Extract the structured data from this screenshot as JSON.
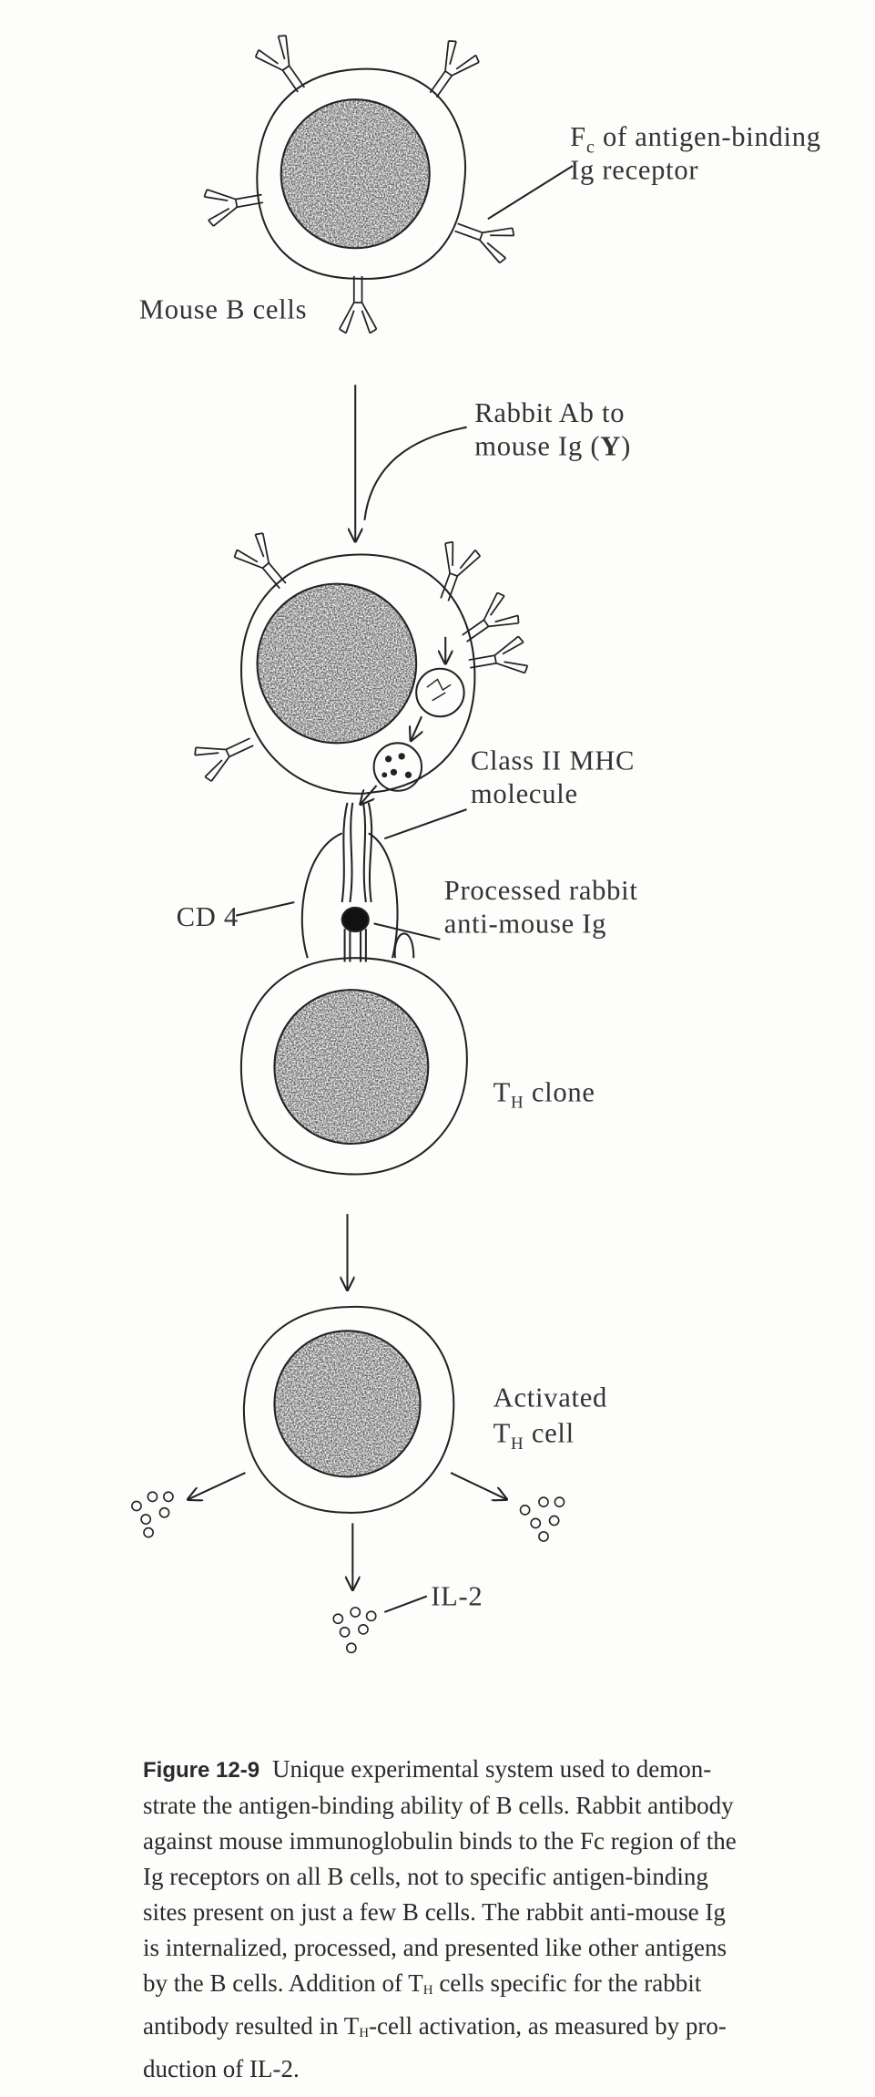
{
  "labels": {
    "mouse_b_cells": "Mouse B cells",
    "fc_line1_main": "F",
    "fc_line1_sub": "c",
    "fc_line1_rest": " of antigen-binding",
    "fc_line2": "Ig receptor",
    "rabbit_line1": "Rabbit Ab to",
    "rabbit_line2": "mouse Ig (",
    "rabbit_symbol": "Y",
    "rabbit_line2_end": ")",
    "class2_line1": "Class II MHC",
    "class2_line2": "molecule",
    "cd4": "CD 4",
    "processed_line1": "Processed rabbit",
    "processed_line2": "anti-mouse Ig",
    "th_clone_main": "T",
    "th_clone_sub": "H",
    "th_clone_rest": " clone",
    "activated_line1": "Activated",
    "activated_main": "T",
    "activated_sub": "H",
    "activated_rest": " cell",
    "il2": "IL-2"
  },
  "caption": {
    "figure_label": "Figure 12-9",
    "l0": "Unique experimental system used to demon-",
    "l1": "strate the antigen-binding ability of B cells. Rabbit antibody",
    "l2": "against mouse immunoglobulin binds to the Fc region of the",
    "l3": "Ig receptors on all B cells, not to specific antigen-binding",
    "l4": "sites present on just a few B cells. The rabbit anti-mouse Ig",
    "l5": "is internalized, processed, and presented like other antigens",
    "l6a": "by the B cells. Addition of T",
    "l6sub": "H",
    "l6b": " cells specific for the rabbit",
    "l7a": "antibody resulted in T",
    "l7sub": "H",
    "l7b": "-cell activation, as measured by pro-",
    "l8": "duction of IL-2."
  }
}
